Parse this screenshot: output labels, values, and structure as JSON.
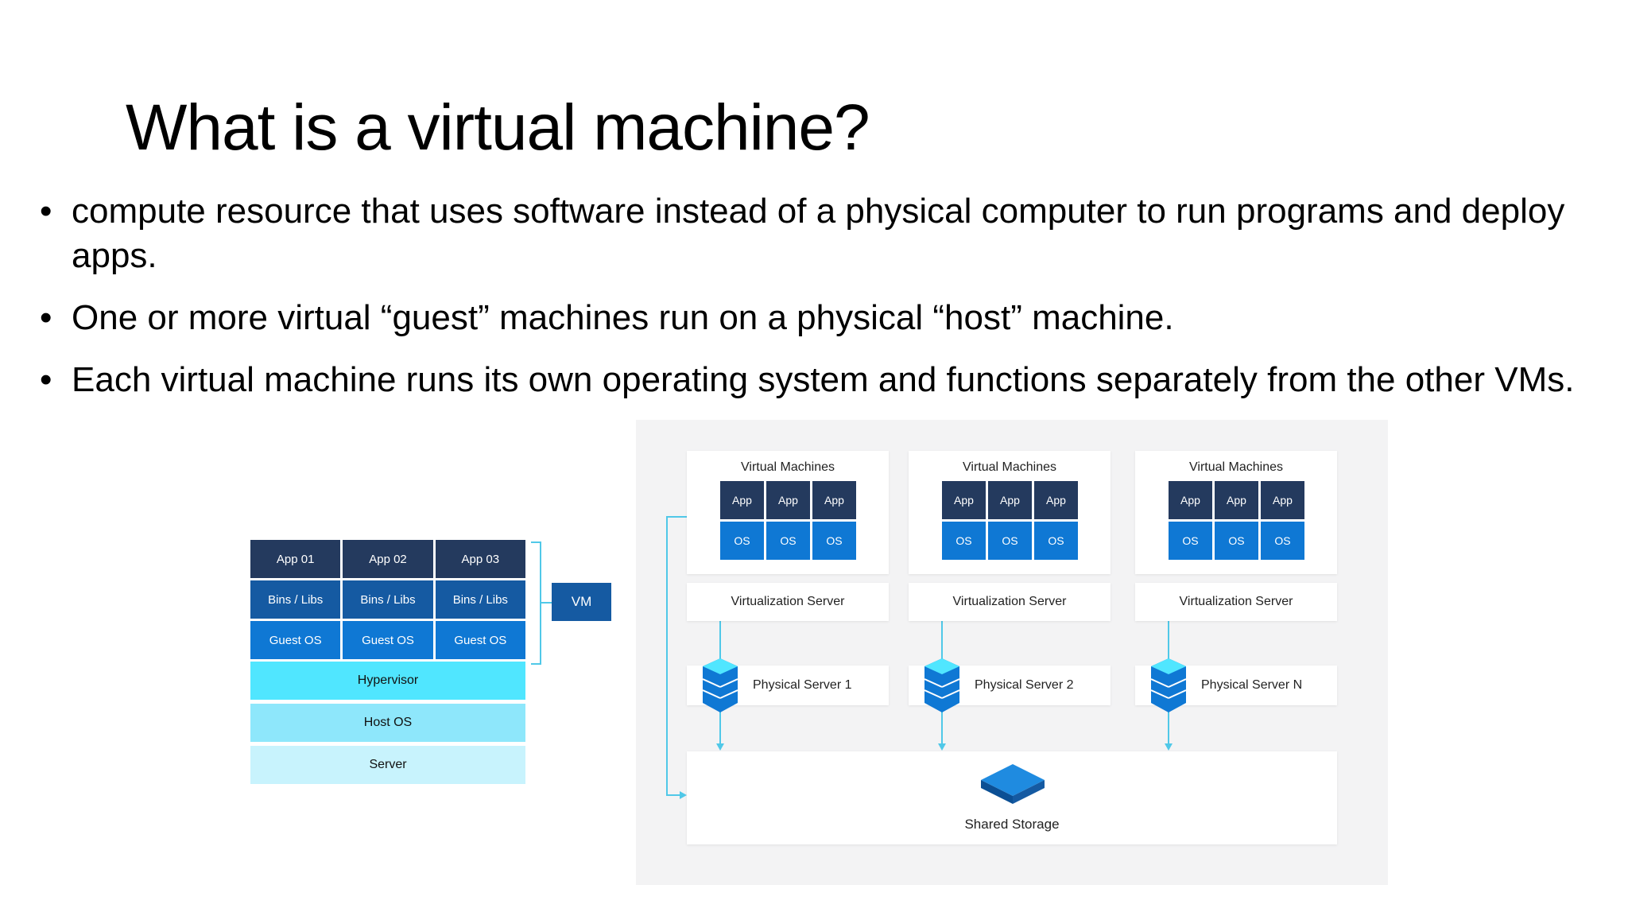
{
  "slide": {
    "title": "What is a virtual machine?",
    "bullet_symbol": "•",
    "bullets": [
      "compute resource that uses software instead of a physical  computer to run programs and deploy apps.",
      "One or more virtual “guest” machines run on a physical “host” machine.",
      "Each virtual machine runs its own operating system and functions separately from the other VMs."
    ]
  },
  "stack_diagram": {
    "apps": [
      "App 01",
      "App 02",
      "App 03"
    ],
    "bins": [
      "Bins / Libs",
      "Bins / Libs",
      "Bins / Libs"
    ],
    "guest_os": [
      "Guest OS",
      "Guest OS",
      "Guest OS"
    ],
    "hypervisor": "Hypervisor",
    "host_os": "Host OS",
    "server": "Server",
    "vm_label": "VM"
  },
  "cluster_diagram": {
    "columns": [
      {
        "vm_title": "Virtual Machines",
        "apps": [
          "App",
          "App",
          "App"
        ],
        "os": [
          "OS",
          "OS",
          "OS"
        ],
        "virt_server": "Virtualization Server",
        "physical_server": "Physical Server 1"
      },
      {
        "vm_title": "Virtual Machines",
        "apps": [
          "App",
          "App",
          "App"
        ],
        "os": [
          "OS",
          "OS",
          "OS"
        ],
        "virt_server": "Virtualization Server",
        "physical_server": "Physical Server 2"
      },
      {
        "vm_title": "Virtual Machines",
        "apps": [
          "App",
          "App",
          "App"
        ],
        "os": [
          "OS",
          "OS",
          "OS"
        ],
        "virt_server": "Virtualization Server",
        "physical_server": "Physical Server N"
      }
    ],
    "storage_label": "Shared Storage"
  },
  "colors": {
    "navy": "#243a5e",
    "mid_blue": "#155aa2",
    "blue": "#0f78d4",
    "cyan": "#50e6ff",
    "connector": "#50c8e8"
  },
  "icons": [
    "server-stack-icon",
    "storage-disk-icon"
  ]
}
